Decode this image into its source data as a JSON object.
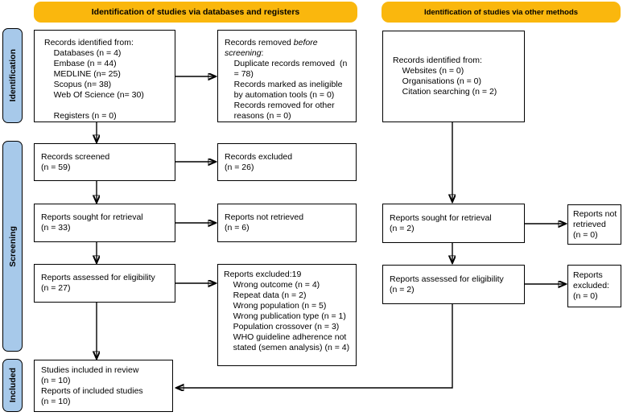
{
  "colors": {
    "banner_bg": "#FAB70D",
    "side_label_bg": "#A7C9EA",
    "box_border": "#000000"
  },
  "banners": {
    "left": "Identification of studies via databases and registers",
    "right": "Identification of studies via other methods"
  },
  "side_labels": {
    "identification": "Identification",
    "screening": "Screening",
    "included": "Included"
  },
  "boxes": {
    "records_identified_db": "Records identified from:\n    Databases (n = 4)\n    Embase (n = 44)\n    MEDLINE (n= 25)\n    Scopus (n= 38)\n    Web Of Science (n= 30)\n\n    Registers (n = 0)",
    "records_removed_intro": "Records removed ",
    "records_removed_italic": "before screening",
    "records_removed_colon": ":",
    "records_removed_details": "    Duplicate records removed  (n\n    = 78)\n    Records marked as ineligible\n    by automation tools (n = 0)\n    Records removed for other\n    reasons (n = 0)",
    "records_identified_other": "Records identified from:\n    Websites (n = 0)\n    Organisations (n = 0)\n    Citation searching (n = 2)",
    "records_screened": "Records screened\n(n = 59)",
    "records_excluded": "Records excluded\n(n = 26)",
    "reports_sought_db": "Reports sought for retrieval\n(n = 33)",
    "reports_not_retrieved_db": "Reports not retrieved\n(n = 6)",
    "reports_assessed_db": "Reports assessed for eligibility\n(n = 27)",
    "reports_excluded_db": "Reports excluded:19\n    Wrong outcome (n = 4)\n    Repeat data (n = 2)\n    Wrong population (n = 5)\n    Wrong publication type (n = 1)\n    Population crossover (n = 3)\n    WHO guideline adherence not\n    stated (semen analysis) (n = 4)",
    "reports_sought_other": "Reports sought for retrieval\n(n = 2)",
    "reports_not_retrieved_other": "Reports not\nretrieved\n(n = 0)",
    "reports_assessed_other": "Reports assessed for eligibility\n(n = 2)",
    "reports_excluded_other": "Reports\nexcluded:\n(n = 0)",
    "studies_included": "Studies included in review\n(n = 10)\nReports of included studies\n(n = 10)"
  }
}
